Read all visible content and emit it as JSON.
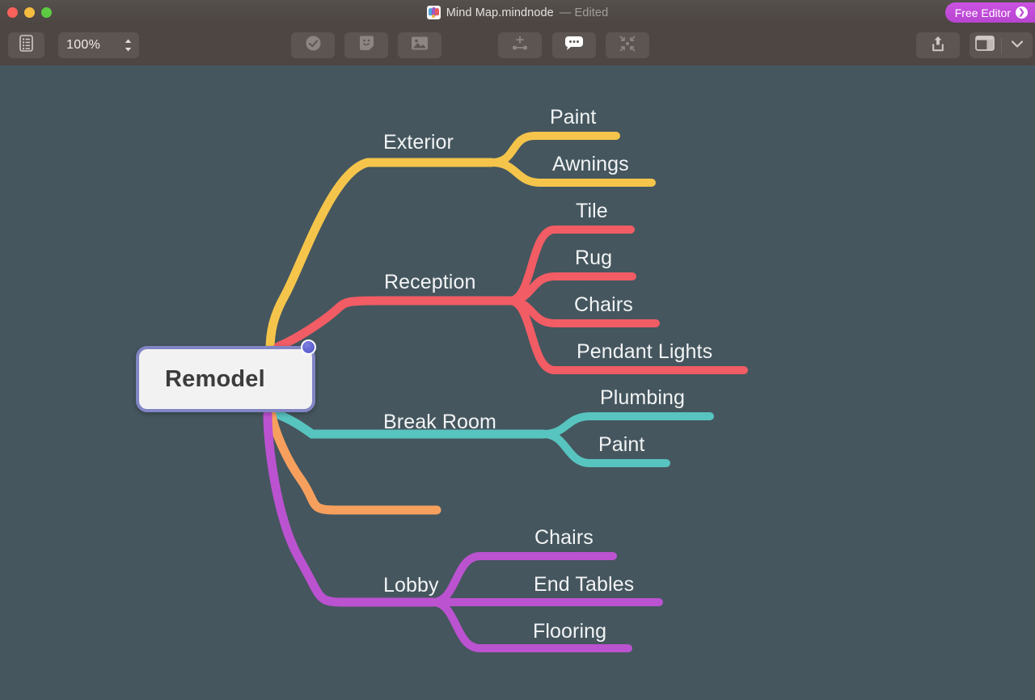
{
  "window": {
    "title_file": "Mind Map.mindnode",
    "title_state": "— Edited",
    "app_icon": "mindnode-app-icon",
    "traffic_lights": [
      "close",
      "minimize",
      "maximize"
    ]
  },
  "badge": {
    "label": "Free Editor",
    "icon": "chevron-right-circle-icon",
    "color": "#c04ad8"
  },
  "toolbar": {
    "outline_label": "outline-sidebar",
    "zoom_value": "100%",
    "buttons": [
      {
        "name": "task-button",
        "icon": "checkmark-circle-icon",
        "state": "dim"
      },
      {
        "name": "sticker-button",
        "icon": "sticker-smiley-icon",
        "state": "dim"
      },
      {
        "name": "image-button",
        "icon": "photo-icon",
        "state": "dim"
      },
      {
        "name": "connect-button",
        "icon": "add-connection-icon",
        "state": "dim"
      },
      {
        "name": "note-button",
        "icon": "note-bubble-icon",
        "state": "on"
      },
      {
        "name": "focus-button",
        "icon": "focus-collapse-icon",
        "state": "dim"
      },
      {
        "name": "share-button",
        "icon": "share-upload-icon",
        "state": "normal"
      },
      {
        "name": "inspector-button",
        "icon": "inspector-panel-icon",
        "state": "normal"
      },
      {
        "name": "inspector-chevron",
        "icon": "chevron-down-icon",
        "state": "normal"
      }
    ]
  },
  "canvas": {
    "background_color": "#45565e",
    "root": {
      "label": "Remodel",
      "border_color": "#8185c4",
      "fill_color": "#f2f2f2",
      "handle_color": "#5b5fd0"
    },
    "branches": [
      {
        "label": "Exterior",
        "color": "#f5c54b",
        "children": [
          {
            "label": "Paint"
          },
          {
            "label": "Awnings"
          }
        ]
      },
      {
        "label": "Reception",
        "color": "#f25c64",
        "children": [
          {
            "label": "Tile"
          },
          {
            "label": "Rug"
          },
          {
            "label": "Chairs"
          },
          {
            "label": "Pendant Lights"
          }
        ]
      },
      {
        "label": "Break Room",
        "color": "#58c4c0",
        "children": [
          {
            "label": "Plumbing"
          },
          {
            "label": "Paint"
          }
        ]
      },
      {
        "label": "",
        "color": "#f7a05e",
        "children": []
      },
      {
        "label": "Lobby",
        "color": "#bb52d0",
        "children": [
          {
            "label": "Chairs"
          },
          {
            "label": "End Tables"
          },
          {
            "label": "Flooring"
          }
        ]
      }
    ]
  }
}
